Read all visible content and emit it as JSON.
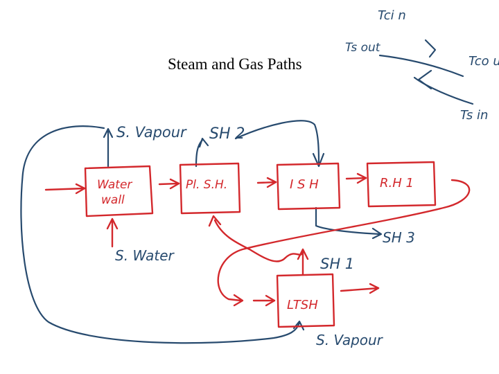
{
  "slide": {
    "title": "Steam and Gas Paths"
  },
  "colors": {
    "red_ink": "#d3282c",
    "blue_ink": "#274a6e",
    "background": "#ffffff"
  },
  "blocks": {
    "water_wall": "Water wall",
    "pl_sh": "Pl. S.H.",
    "i_sh": "I S H",
    "rh1": "R.H 1",
    "ltsh": "LTSH"
  },
  "labels": {
    "s_vapour_top": "S. Vapour",
    "sh2": "SH 2",
    "sh1": "SH 1",
    "sh3": "SH 3",
    "s_water": "S. Water",
    "s_vapour_bottom": "S. Vapour"
  },
  "corner_sketch": {
    "t_cin": "Tci n",
    "t_sout": "Ts out",
    "t_cout": "Tco ut",
    "t_sin": "Ts in"
  }
}
